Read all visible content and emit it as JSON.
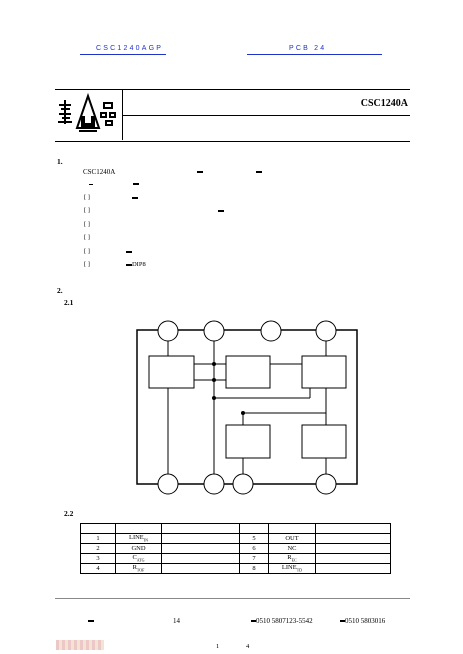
{
  "header": {
    "left_link": "CSC1240AGP",
    "right_link": "PCB    24"
  },
  "title_block": {
    "model": "CSC1240A",
    "logo_icon": "company-logo-icon"
  },
  "section1": {
    "number": "1.",
    "intro": "CSC1240A",
    "bullets": [
      "",
      "",
      "",
      "",
      "",
      "DIP8"
    ]
  },
  "section2": {
    "number": "2.",
    "sub1": "2.1",
    "sub2": "2.2"
  },
  "pin_table": {
    "rows": [
      {
        "n1": "1",
        "name1": "LINE",
        "sub1": "IN",
        "n2": "5",
        "name2": "OUT",
        "sub2": ""
      },
      {
        "n1": "2",
        "name1": "GND",
        "sub1": "",
        "n2": "6",
        "name2": "NC",
        "sub2": ""
      },
      {
        "n1": "3",
        "name1": "C",
        "sub1": "ATG",
        "n2": "7",
        "name2": "R",
        "sub2": "EC"
      },
      {
        "n1": "4",
        "name1": "R",
        "sub1": "TOF",
        "n2": "8",
        "name2": "LINE",
        "sub2": "TD"
      }
    ]
  },
  "footer": {
    "num": "14",
    "phone1": "0510  5807123-5542",
    "phone2": "0510  5803016"
  },
  "page": {
    "current": "1",
    "total": "4"
  }
}
